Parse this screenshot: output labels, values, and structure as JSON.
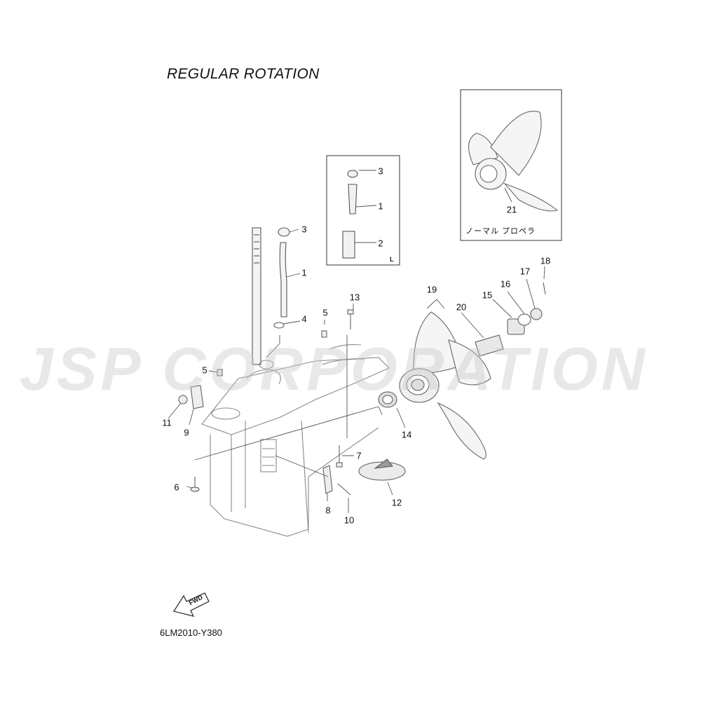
{
  "title": "REGULAR ROTATION",
  "diagram_code": "6LM2010-Y380",
  "watermark": "JSP CORPORATION",
  "fwd_label": "FWD",
  "inset_propeller_note": "ノーマル プロペラ",
  "inset_tag": "L",
  "part_labels": {
    "p1": "1",
    "p2": "2",
    "p3": "3",
    "p4": "4",
    "p5a": "5",
    "p5b": "5",
    "p6": "6",
    "p7": "7",
    "p8": "8",
    "p9": "9",
    "p10": "10",
    "p11": "11",
    "p12": "12",
    "p13": "13",
    "p14": "14",
    "p15": "15",
    "p16": "16",
    "p17": "17",
    "p18": "18",
    "p19": "19",
    "p20": "20",
    "p21": "21",
    "i1": "1",
    "i2": "2",
    "i3": "3"
  },
  "colors": {
    "line": "#444444",
    "light_line": "#9a9a9a",
    "watermark": "#c8c8c8"
  }
}
